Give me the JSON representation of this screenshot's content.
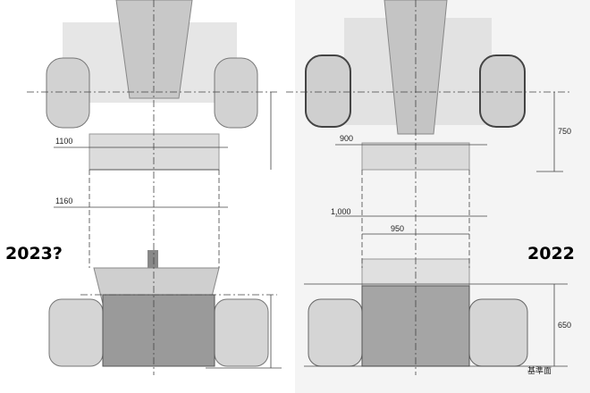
{
  "left_panel": {
    "year_label": "2023?",
    "dims": {
      "front_wing_width": "1100",
      "rear_wing_width": "1160"
    }
  },
  "right_panel": {
    "year_label": "2022",
    "dims": {
      "front_wing_width": "900",
      "height_front": "750",
      "rear_wing_width": "1,000",
      "track": "950",
      "height_rear": "650",
      "reference_plane": "基準面"
    }
  },
  "colors": {
    "tyre": "#cfcfcf",
    "body": "#bdbdbd",
    "line": "#333333",
    "background_right": "#f2f2f2"
  }
}
